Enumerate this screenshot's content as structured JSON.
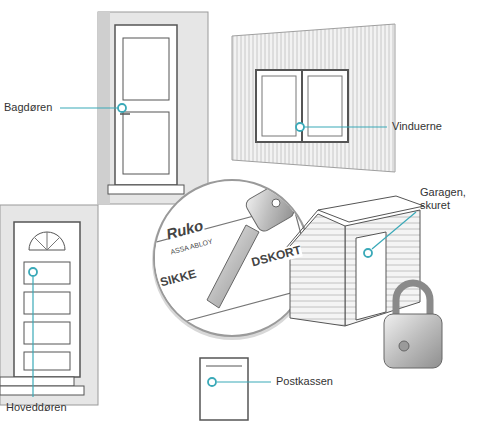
{
  "diagram": {
    "labels": [
      "Bagdøren",
      "Vinduerne",
      "Garagen, skuret",
      "Hoveddøren",
      "Postkassen",
      "Ruko",
      "ASSA ABLOY",
      "SIKKE",
      "DSKORT"
    ]
  }
}
